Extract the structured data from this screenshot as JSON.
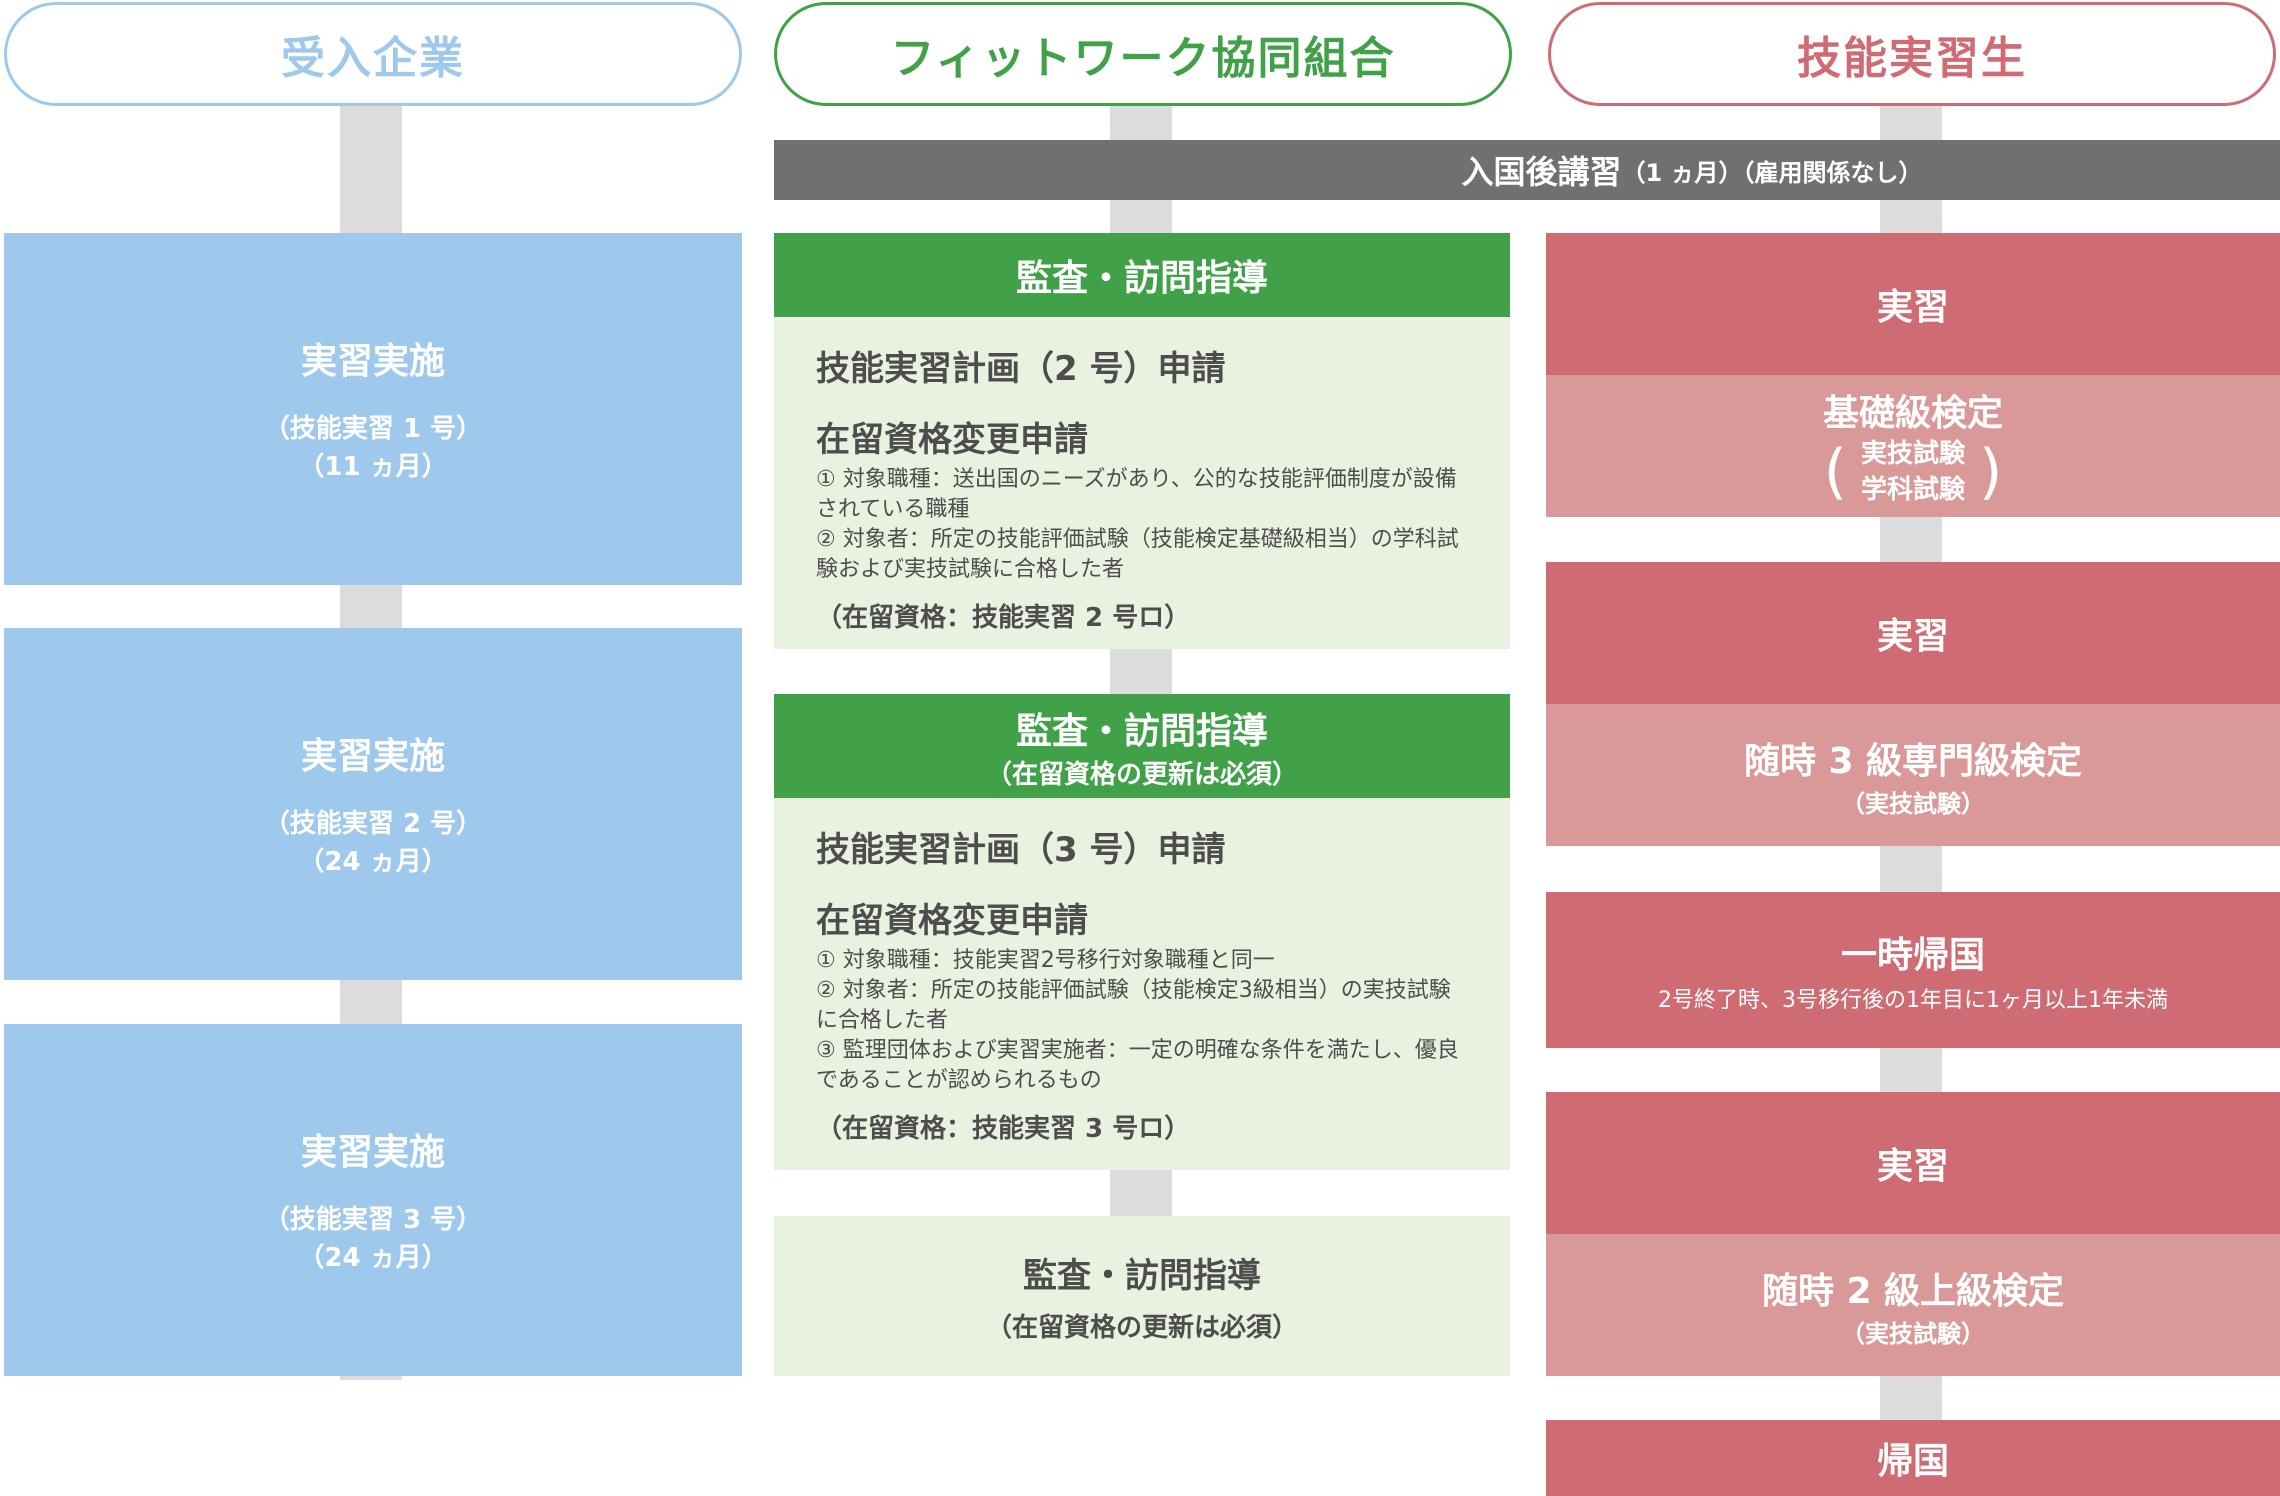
{
  "headers": {
    "company": "受入企業",
    "union": "フィットワーク協同組合",
    "trainee": "技能実習生"
  },
  "colors": {
    "company_blue": "#9fc9ec",
    "union_green": "#40a148",
    "trainee_red": "#cf6b73",
    "trainee_pink": "#d99999",
    "lecture_gray": "#707070"
  },
  "lecture_bar": {
    "main": "入国後講習",
    "note": "（1 ヵ月）（雇用関係なし）"
  },
  "company": {
    "b1": {
      "title": "実習実施",
      "sub1": "（技能実習 1 号）",
      "sub2": "（11 ヵ月）"
    },
    "b2": {
      "title": "実習実施",
      "sub1": "（技能実習 2 号）",
      "sub2": "（24 ヵ月）"
    },
    "b3": {
      "title": "実習実施",
      "sub1": "（技能実習 3 号）",
      "sub2": "（24 ヵ月）"
    }
  },
  "union": {
    "bar1": {
      "title": "監査・訪問指導"
    },
    "panel1": {
      "plan": "技能実習計画（2 号）申請",
      "change": "在留資格変更申請",
      "item1a": "① 対象職種：送出国のニーズがあり、公的な技能評価制度が設備",
      "item1b": "されている職種",
      "item2a": "② 対象者：所定の技能評価試験（技能検定基礎級相当）の学科試",
      "item2b": "験および実技試験に合格した者",
      "status": "（在留資格：技能実習 2 号ロ）"
    },
    "bar2": {
      "title": "監査・訪問指導",
      "sub": "（在留資格の更新は必須）"
    },
    "panel2": {
      "plan": "技能実習計画（3 号）申請",
      "change": "在留資格変更申請",
      "item1": "① 対象職種：技能実習2号移行対象職種と同一",
      "item2a": "② 対象者：所定の技能評価試験（技能検定3級相当）の実技試験",
      "item2b": "に合格した者",
      "item3a": "③ 監理団体および実習実施者：一定の明確な条件を満たし、優良",
      "item3b": "であることが認められるもの",
      "status": "（在留資格：技能実習 3 号ロ）"
    },
    "panel3": {
      "title": "監査・訪問指導",
      "sub": "（在留資格の更新は必須）"
    }
  },
  "trainee": {
    "r1": {
      "title": "実習"
    },
    "p1": {
      "title": "基礎級検定",
      "line1": "実技試験",
      "line2": "学科試験"
    },
    "r2": {
      "title": "実習"
    },
    "p2": {
      "title": "随時 3 級専門級検定",
      "sub": "（実技試験）"
    },
    "r3": {
      "title": "一時帰国",
      "sub": "2号終了時、3号移行後の1年目に1ヶ月以上1年未満"
    },
    "r4": {
      "title": "実習"
    },
    "p4": {
      "title": "随時 2 級上級検定",
      "sub": "（実技試験）"
    },
    "r5": {
      "title": "帰国"
    }
  }
}
